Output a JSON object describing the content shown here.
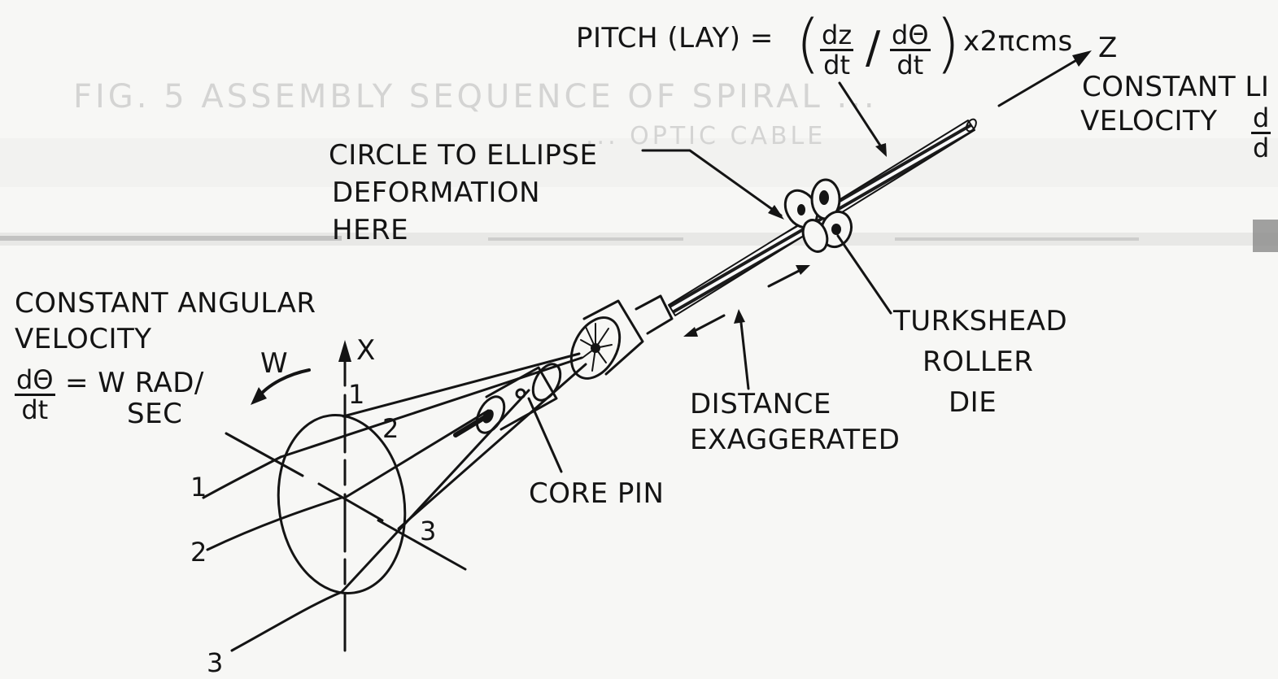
{
  "ghost_text": {
    "line1": "FIG. 5 ASSEMBLY SEQUENCE OF SPIRAL ...",
    "line2": "... OPTIC CABLE"
  },
  "formula": {
    "pitch_label": "PITCH (LAY) =",
    "frac1_num": "dz",
    "frac1_den": "dt",
    "slash": "/",
    "frac2_num": "dΘ",
    "frac2_den": "dt",
    "tail": "x2πcms"
  },
  "axes": {
    "z": "Z",
    "x": "X"
  },
  "labels": {
    "constant_linear_1": "CONSTANT LI",
    "constant_linear_2": "VELOCITY",
    "constant_linear_frac_num": "d",
    "constant_linear_frac_den": "d",
    "circle_ellipse_1": "CIRCLE TO ELLIPSE",
    "circle_ellipse_2": "DEFORMATION",
    "circle_ellipse_3": "HERE",
    "angular_1": "CONSTANT ANGULAR",
    "angular_2": "VELOCITY",
    "angular_frac_num": "dΘ",
    "angular_frac_den": "dt",
    "angular_eq": "= W RAD/",
    "angular_sec": "SEC",
    "w": "W",
    "turkshead_1": "TURKSHEAD",
    "turkshead_2": "ROLLER",
    "turkshead_3": "DIE",
    "distance_1": "DISTANCE",
    "distance_2": "EXAGGERATED",
    "core_pin": "CORE PIN"
  },
  "numbers": {
    "top_1": "1",
    "top_2": "2",
    "top_3": "3",
    "left_1": "1",
    "left_2": "2",
    "left_3": "3"
  }
}
